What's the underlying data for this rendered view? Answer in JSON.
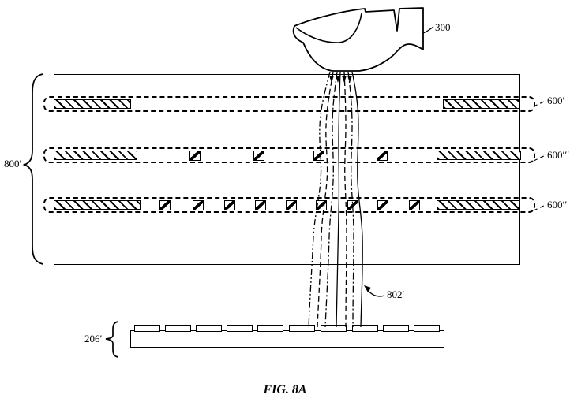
{
  "figure": {
    "caption": "FIG. 8A",
    "colors": {
      "ink": "#000000",
      "background": "#ffffff"
    }
  },
  "labels": {
    "finger": "300",
    "layer_top": "600′",
    "layer_middle": "600′′′",
    "layer_bottom": "600′′",
    "layer_stack": "800′",
    "field_lines": "802′",
    "substrate": "206′"
  }
}
